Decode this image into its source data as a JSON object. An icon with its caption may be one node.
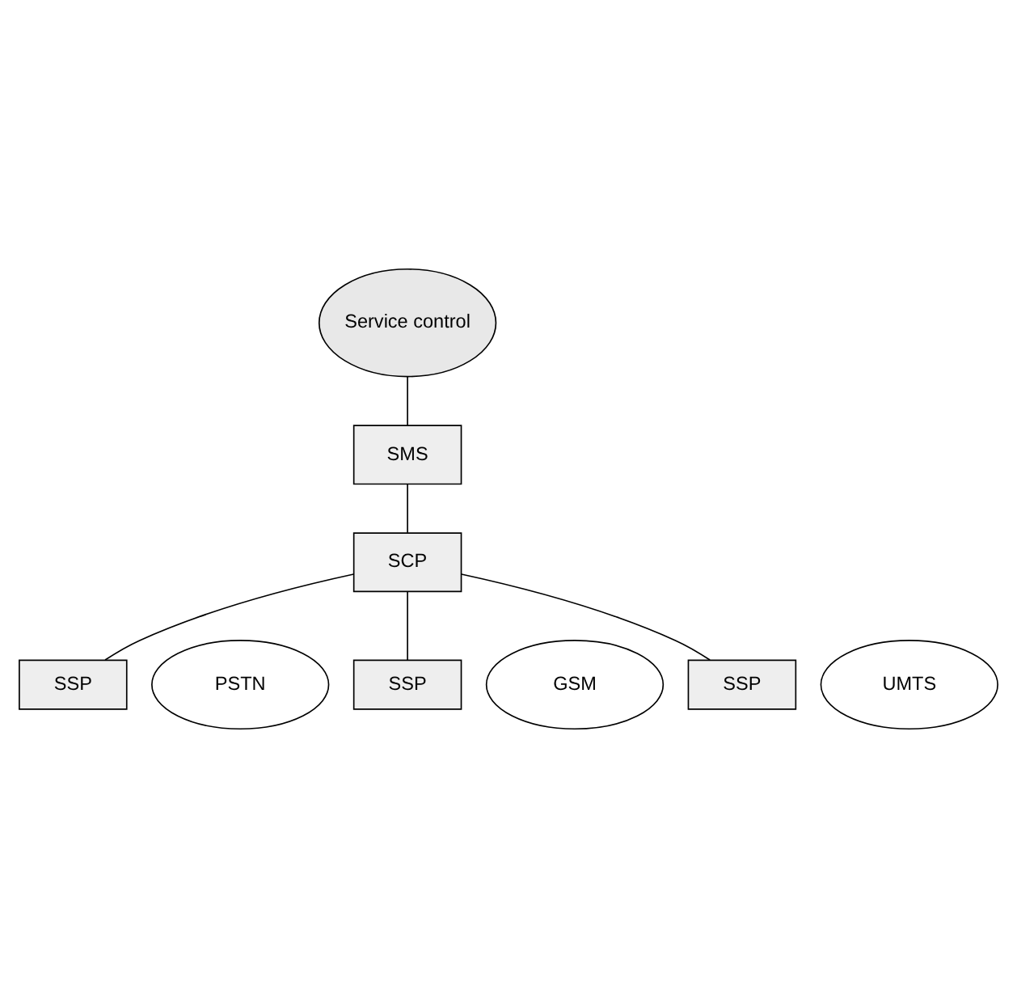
{
  "diagram": {
    "nodes": [
      {
        "text": [
          "Service control"
        ]
      },
      {
        "text": [
          "SMS"
        ]
      },
      {
        "text": [
          "SCP"
        ]
      },
      {
        "text": [
          "SSP"
        ]
      },
      {
        "text": [
          "SSP"
        ]
      },
      {
        "text": [
          "SSP"
        ]
      },
      {
        "text": [
          "PSTN"
        ]
      },
      {
        "text": [
          "GSM"
        ]
      },
      {
        "text": [
          "UMTS"
        ]
      }
    ],
    "edges": [
      {
        "from": 0,
        "to": 1,
        "arrow": "none"
      },
      {
        "from": 1,
        "to": 2,
        "arrow": "none"
      },
      {
        "from": 2,
        "to": 3,
        "arrow": "none"
      },
      {
        "from": 2,
        "to": 4,
        "arrow": "none"
      },
      {
        "from": 2,
        "to": 5,
        "arrow": "none"
      }
    ]
  }
}
